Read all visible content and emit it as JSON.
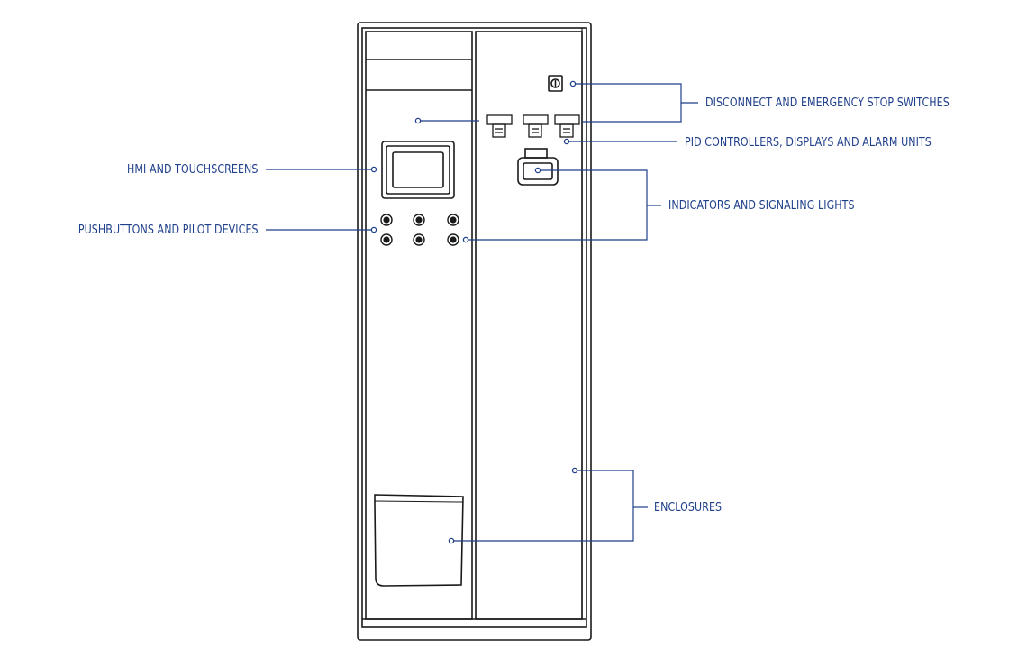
{
  "colors": {
    "label": "#1e3f8a",
    "leader": "#1e3f8a",
    "outline": "#1a1a1a",
    "background": "#ffffff"
  },
  "labels": {
    "disconnect": "DISCONNECT AND EMERGENCY STOP SWITCHES",
    "pid": "PID CONTROLLERS, DISPLAYS AND ALARM UNITS",
    "hmi": "HMI AND TOUCHSCREENS",
    "indicators": "INDICATORS AND SIGNALING LIGHTS",
    "pushbuttons": "PUSHBUTTONS AND PILOT DEVICES",
    "enclosures": "ENCLOSURES"
  }
}
